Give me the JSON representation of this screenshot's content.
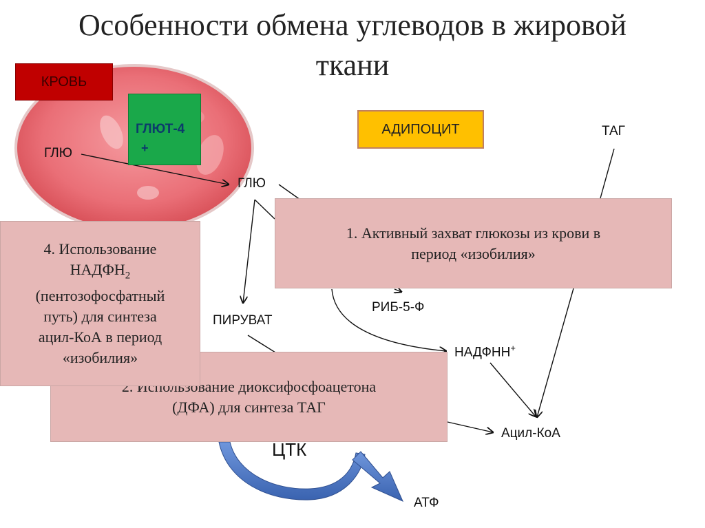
{
  "title": {
    "line1": "Особенности обмена углеводов в жировой",
    "line2": "ткани"
  },
  "boxes": {
    "blood": "КРОВЬ",
    "adipocyte": "АДИПОЦИТ",
    "glut4": "ГЛЮТ-4",
    "glut4_plus": "+"
  },
  "labels": {
    "glu_blood": "ГЛЮ",
    "glu_cell": "ГЛЮ",
    "tag": "ТАГ",
    "rib5f": "РИБ-5-Ф",
    "piruvat": "ПИРУВАТ",
    "nadfnh": "НАДФНН",
    "nadfnh_sup": "+",
    "acyl_coa": "Ацил-КоА",
    "ctk": "ЦТК",
    "atf": "АТФ"
  },
  "notes": {
    "note1": [
      "1. Активный захват глюкозы из крови в",
      "период «изобилия»"
    ],
    "note2": [
      "2. Использование диоксифосфоацетона",
      "(ДФА) для синтеза ТАГ"
    ],
    "note4_l1": "4. Использование",
    "note4_nadph": "НАДФН",
    "note4_sub": "2",
    "note4_rest": [
      "(пентозофосфатный",
      "путь) для синтеза",
      "ацил-КоА в период",
      "«изобилия»"
    ]
  },
  "colors": {
    "blood_box": "#c00000",
    "adipocyte_box": "#ffc000",
    "glut4_box": "#1aa84a",
    "note_fill": "#e6b8b7",
    "cycle_arrow": "#4472c4"
  }
}
